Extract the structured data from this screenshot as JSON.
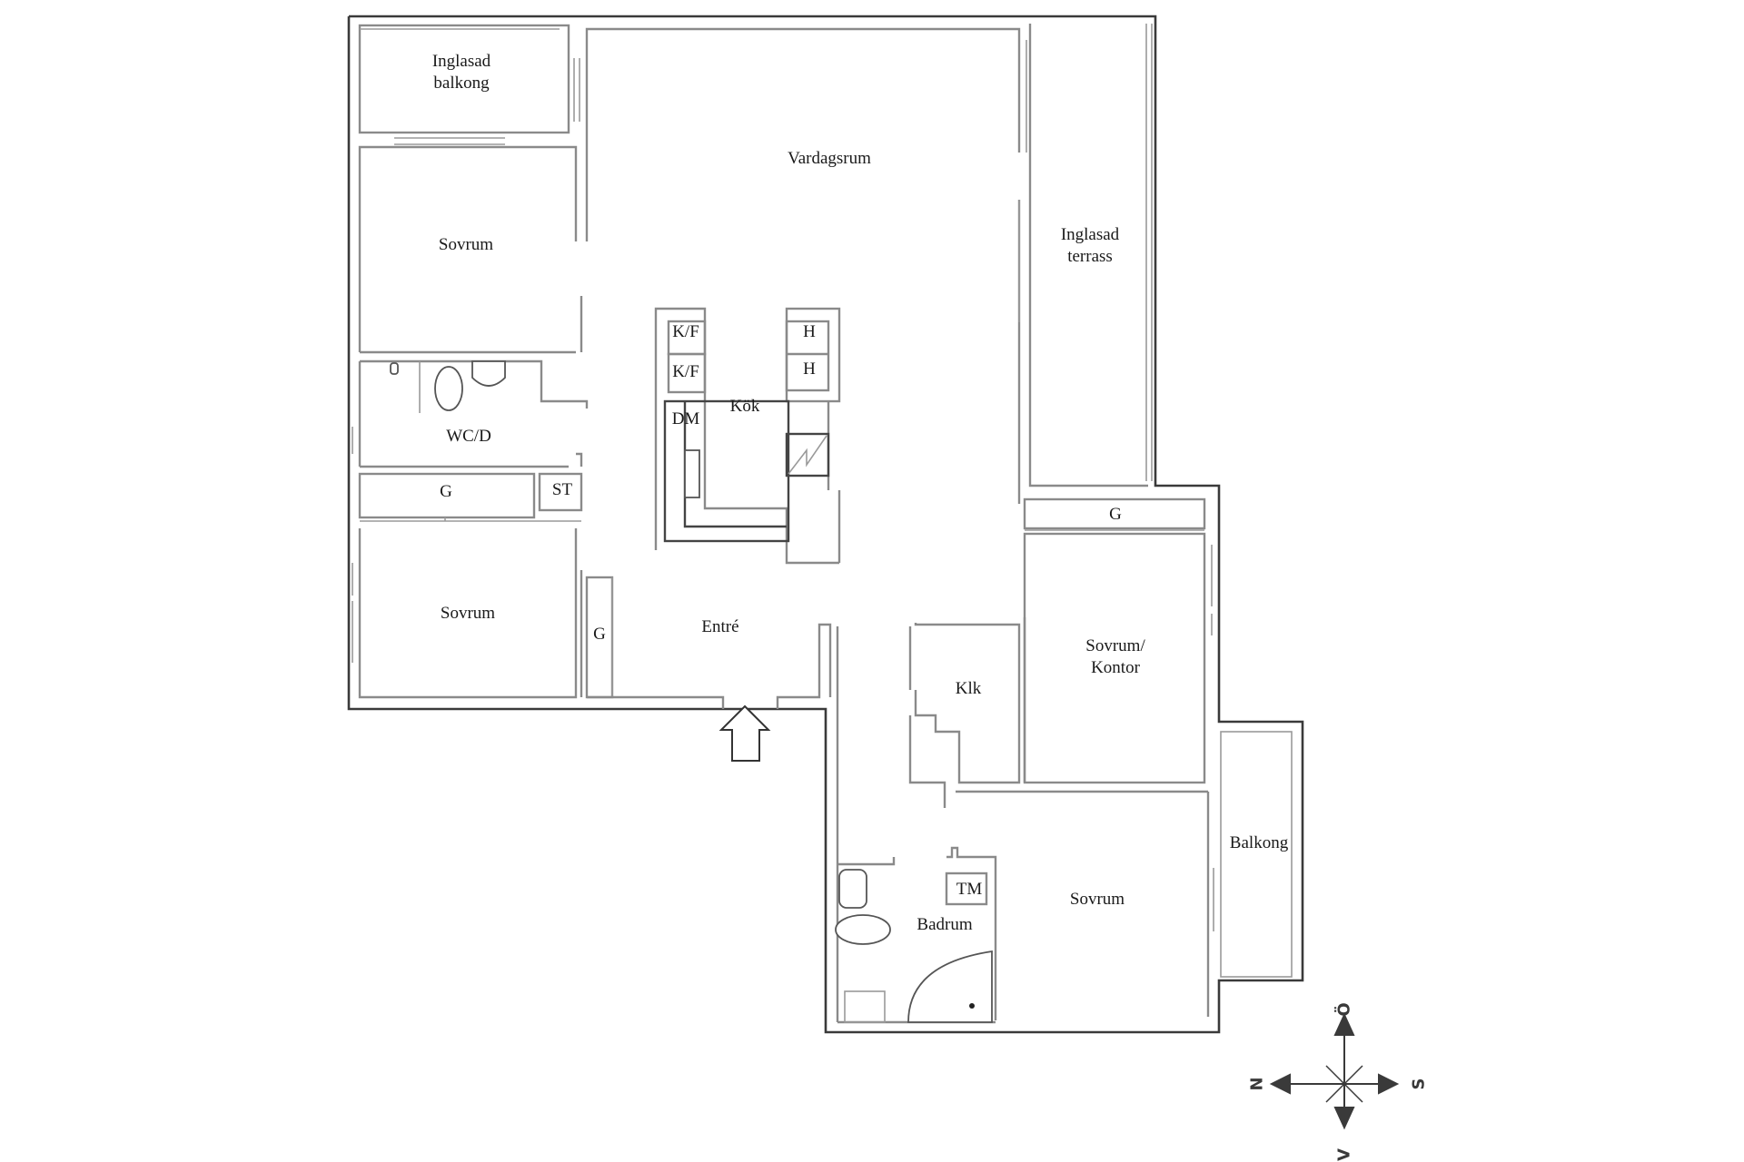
{
  "floorplan": {
    "rooms": [
      {
        "id": "inglasad-balkong",
        "label": "Inglasad\nbalkong"
      },
      {
        "id": "vardagsrum",
        "label": "Vardagsrum"
      },
      {
        "id": "inglasad-terrass",
        "label": "Inglasad\nterrass"
      },
      {
        "id": "sovrum-1",
        "label": "Sovrum"
      },
      {
        "id": "wc-d",
        "label": "WC/D"
      },
      {
        "id": "garderob-1",
        "label": "G"
      },
      {
        "id": "st",
        "label": "ST"
      },
      {
        "id": "sovrum-2",
        "label": "Sovrum"
      },
      {
        "id": "garderob-2",
        "label": "G"
      },
      {
        "id": "entre",
        "label": "Entré"
      },
      {
        "id": "kok",
        "label": "Kök"
      },
      {
        "id": "kf-1",
        "label": "K/F"
      },
      {
        "id": "kf-2",
        "label": "K/F"
      },
      {
        "id": "h-1",
        "label": "H"
      },
      {
        "id": "h-2",
        "label": "H"
      },
      {
        "id": "dm",
        "label": "DM"
      },
      {
        "id": "garderob-3",
        "label": "G"
      },
      {
        "id": "sovrum-kontor",
        "label": "Sovrum/\nKontor"
      },
      {
        "id": "klk",
        "label": "Klk"
      },
      {
        "id": "balkong",
        "label": "Balkong"
      },
      {
        "id": "tm",
        "label": "TM"
      },
      {
        "id": "badrum",
        "label": "Badrum"
      },
      {
        "id": "sovrum-3",
        "label": "Sovrum"
      }
    ],
    "compass": {
      "north": "N",
      "south": "S",
      "east": "Ö",
      "west": "V"
    },
    "entrance_arrow": "entrance-arrow"
  }
}
